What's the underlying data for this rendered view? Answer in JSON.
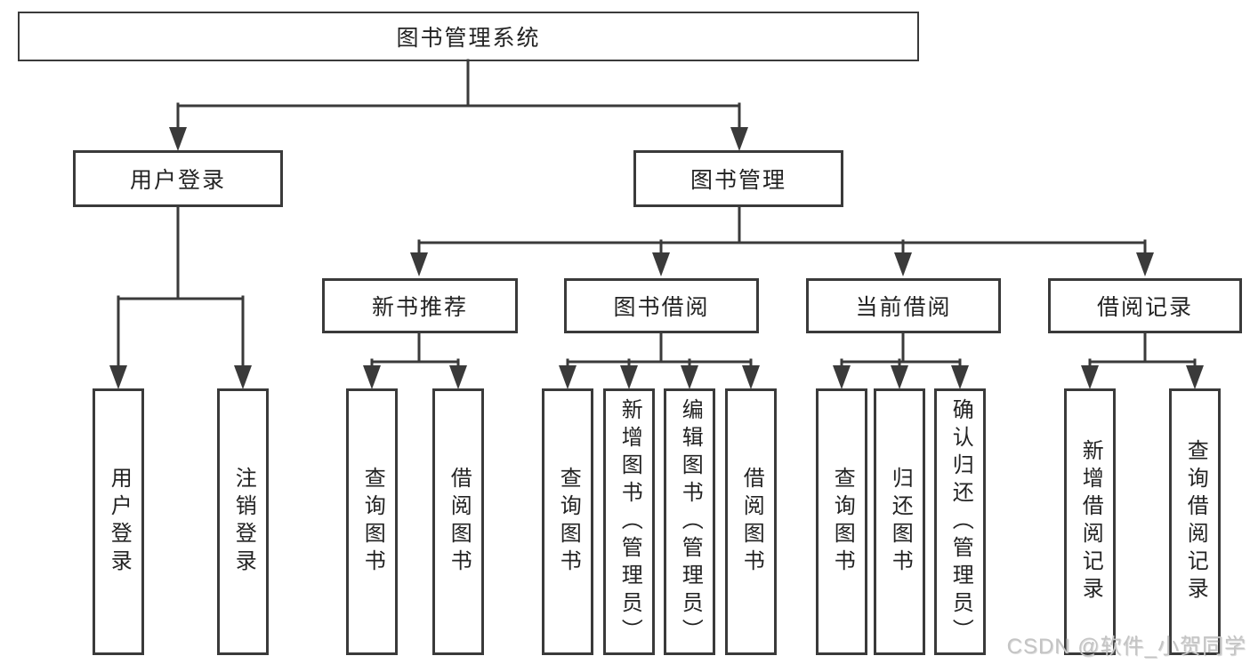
{
  "diagram": {
    "type": "tree",
    "root": {
      "label": "图书管理系统",
      "children": [
        {
          "label": "用户登录",
          "children": [
            {
              "label": "用户登录"
            },
            {
              "label": "注销登录"
            }
          ]
        },
        {
          "label": "图书管理",
          "children": [
            {
              "label": "新书推荐",
              "children": [
                {
                  "label": "查询图书"
                },
                {
                  "label": "借阅图书"
                }
              ]
            },
            {
              "label": "图书借阅",
              "children": [
                {
                  "label": "查询图书"
                },
                {
                  "label": "新增图书（管理员）"
                },
                {
                  "label": "编辑图书（管理员）"
                },
                {
                  "label": "借阅图书"
                }
              ]
            },
            {
              "label": "当前借阅",
              "children": [
                {
                  "label": "查询图书"
                },
                {
                  "label": "归还图书"
                },
                {
                  "label": "确认归还（管理员）"
                }
              ]
            },
            {
              "label": "借阅记录",
              "children": [
                {
                  "label": "新增借阅记录"
                },
                {
                  "label": "查询借阅记录"
                }
              ]
            }
          ]
        }
      ]
    },
    "watermark": "CSDN @软件_小贺同学",
    "colors": {
      "line": "#3a3a3a",
      "text": "#232323",
      "watermark": "#c4c4c4",
      "background": "#ffffff"
    }
  }
}
